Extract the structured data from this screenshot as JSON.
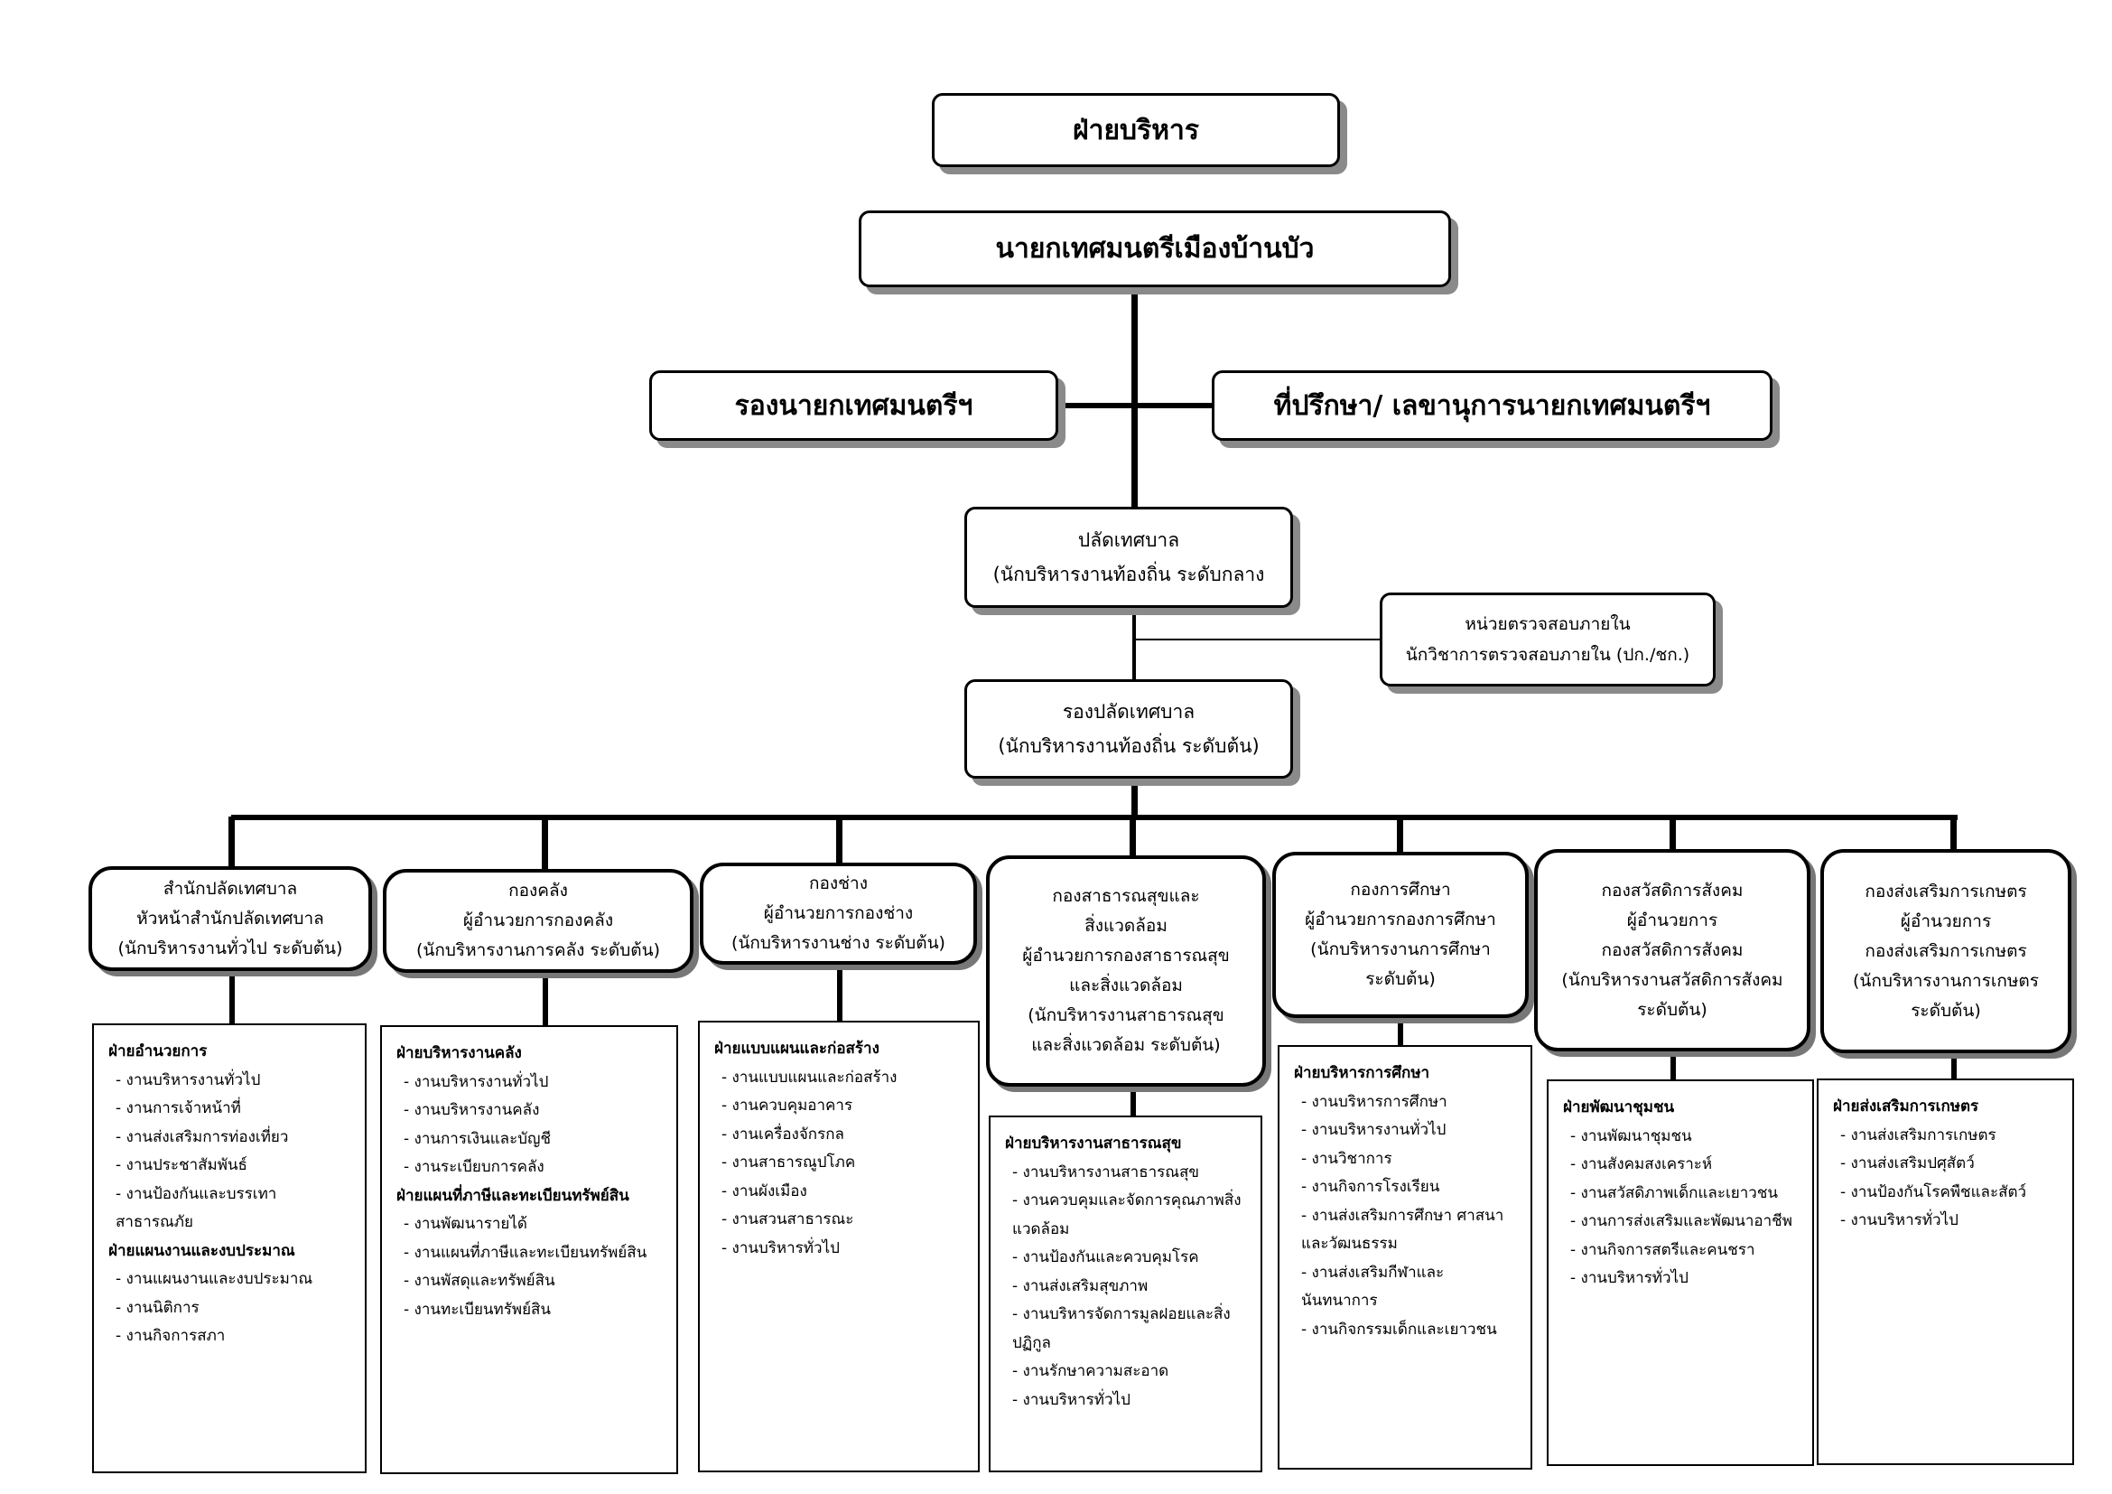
{
  "top": {
    "executive": "ฝ่ายบริหาร",
    "mayor": "นายกเทศมนตรีเมืองบ้านบัว",
    "deputy_mayor": "รองนายกเทศมนตรีฯ",
    "advisor": "ที่ปรึกษา/ เลขานุการนายกเทศมนตรีฯ"
  },
  "clerk": {
    "line1": "ปลัดเทศบาล",
    "line2": "(นักบริหารงานท้องถิ่น ระดับกลาง"
  },
  "audit": {
    "line1": "หน่วยตรวจสอบภายใน",
    "line2": "นักวิชาการตรวจสอบภายใน (ปก./ชก.)"
  },
  "deputy_clerk": {
    "line1": "รองปลัดเทศบาล",
    "line2": "(นักบริหารงานท้องถิ่น ระดับต้น)"
  },
  "departments": [
    {
      "lines": [
        "สำนักปลัดเทศบาล",
        "หัวหน้าสำนักปลัดเทศบาล",
        "(นักบริหารงานทั่วไป ระดับต้น)"
      ],
      "sections": [
        {
          "head": "ฝ่ายอำนวยการ",
          "items": [
            "- งานบริหารงานทั่วไป",
            "- งานการเจ้าหน้าที่",
            "- งานส่งเสริมการท่องเที่ยว",
            "- งานประชาสัมพันธ์",
            "- งานป้องกันและบรรเทาสาธารณภัย"
          ]
        },
        {
          "head": "ฝ่ายแผนงานและงบประมาณ",
          "items": [
            "- งานแผนงานและงบประมาณ",
            "- งานนิติการ",
            "- งานกิจการสภา"
          ]
        }
      ]
    },
    {
      "lines": [
        "กองคลัง",
        "ผู้อำนวยการกองคลัง",
        "(นักบริหารงานการคลัง ระดับต้น)"
      ],
      "sections": [
        {
          "head": "ฝ่ายบริหารงานคลัง",
          "items": [
            "- งานบริหารงานทั่วไป",
            "- งานบริหารงานคลัง",
            "- งานการเงินและบัญชี",
            "- งานระเบียบการคลัง"
          ]
        },
        {
          "head": "ฝ่ายแผนที่ภาษีและทะเบียนทรัพย์สิน",
          "items": [
            "- งานพัฒนารายได้",
            "- งานแผนที่ภาษีและทะเบียนทรัพย์สิน",
            "- งานพัสดุและทรัพย์สิน",
            "- งานทะเบียนทรัพย์สิน"
          ]
        }
      ]
    },
    {
      "lines": [
        "กองช่าง",
        "ผู้อำนวยการกองช่าง",
        "(นักบริหารงานช่าง ระดับต้น)"
      ],
      "sections": [
        {
          "head": "ฝ่ายแบบแผนและก่อสร้าง",
          "items": [
            "- งานแบบแผนและก่อสร้าง",
            "- งานควบคุมอาคาร",
            "- งานเครื่องจักรกล",
            "- งานสาธารณูปโภค",
            "- งานผังเมือง",
            "- งานสวนสาธารณะ",
            "- งานบริหารทั่วไป"
          ]
        }
      ]
    },
    {
      "lines": [
        "กองสาธารณสุขและ",
        "สิ่งแวดล้อม",
        "ผู้อำนวยการกองสาธารณสุข",
        "และสิ่งแวดล้อม",
        "(นักบริหารงานสาธารณสุข",
        "และสิ่งแวดล้อม ระดับต้น)"
      ],
      "sections": [
        {
          "head": "ฝ่ายบริหารงานสาธารณสุข",
          "items": [
            "- งานบริหารงานสาธารณสุข",
            "- งานควบคุมและจัดการคุณภาพสิ่งแวดล้อม",
            "- งานป้องกันและควบคุมโรค",
            "- งานส่งเสริมสุขภาพ",
            "- งานบริหารจัดการมูลฝอยและสิ่งปฏิกูล",
            "- งานรักษาความสะอาด",
            "- งานบริหารทั่วไป"
          ]
        }
      ]
    },
    {
      "lines": [
        "กองการศึกษา",
        "ผู้อำนวยการกองการศึกษา",
        "(นักบริหารงานการศึกษา",
        "ระดับต้น)"
      ],
      "sections": [
        {
          "head": "ฝ่ายบริหารการศึกษา",
          "items": [
            "- งานบริหารการศึกษา",
            "- งานบริหารงานทั่วไป",
            "- งานวิชาการ",
            "- งานกิจการโรงเรียน",
            "- งานส่งเสริมการศึกษา ศาสนาและวัฒนธรรม",
            "- งานส่งเสริมกีฬาและนันทนาการ",
            "- งานกิจกรรมเด็กและเยาวชน"
          ]
        }
      ]
    },
    {
      "lines": [
        "กองสวัสดิการสังคม",
        "ผู้อำนวยการ",
        "กองสวัสดิการสังคม",
        "(นักบริหารงานสวัสดิการสังคม",
        "ระดับต้น)"
      ],
      "sections": [
        {
          "head": "ฝ่ายพัฒนาชุมชน",
          "items": [
            "- งานพัฒนาชุมชน",
            "- งานสังคมสงเคราะห์",
            "- งานสวัสดิภาพเด็กและเยาวชน",
            "- งานการส่งเสริมและพัฒนาอาชีพ",
            "- งานกิจการสตรีและคนชรา",
            "-  งานบริหารทั่วไป"
          ]
        }
      ]
    },
    {
      "lines": [
        "กองส่งเสริมการเกษตร",
        "ผู้อำนวยการ",
        "กองส่งเสริมการเกษตร",
        "(นักบริหารงานการเกษตร",
        "ระดับต้น)"
      ],
      "sections": [
        {
          "head": "ฝ่ายส่งเสริมการเกษตร",
          "items": [
            "- งานส่งเสริมการเกษตร",
            "- งานส่งเสริมปศุสัตว์",
            "- งานป้องกันโรคพืชและสัตว์",
            "- งานบริหารทั่วไป"
          ]
        }
      ]
    }
  ]
}
